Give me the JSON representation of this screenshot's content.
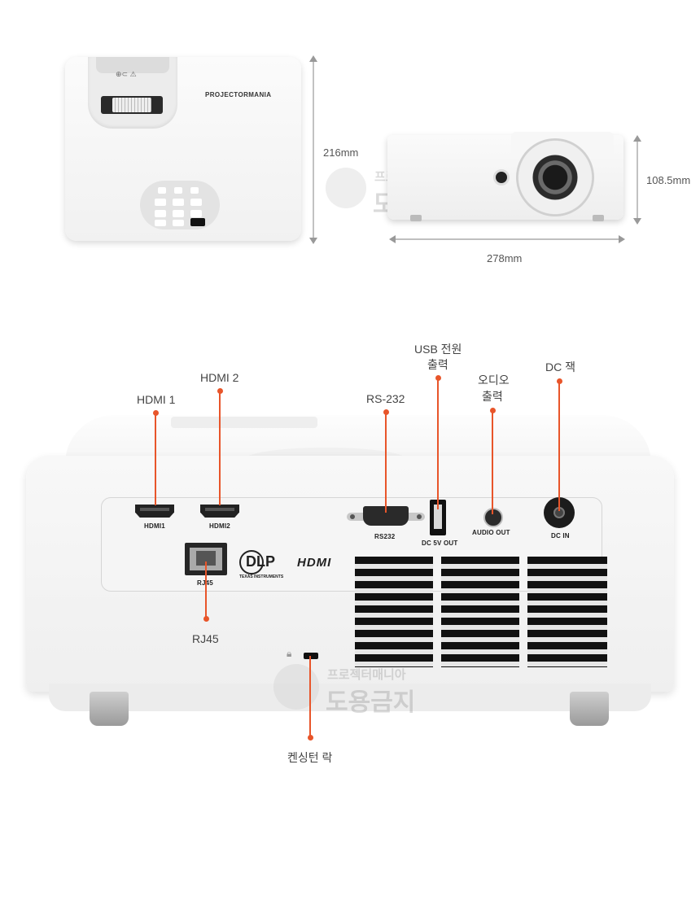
{
  "top_view": {
    "brand": "PROJECTORMANIA",
    "height_label": "216mm"
  },
  "front_view": {
    "height_label": "108.5mm",
    "width_label": "278mm"
  },
  "watermark": {
    "line1": "프로젝터매니아",
    "line2": "도용금지"
  },
  "rear_panel": {
    "port_labels": {
      "hdmi1": "HDMI1",
      "hdmi2": "HDMI2",
      "rs232": "RS232",
      "usb": "DC 5V OUT",
      "audio": "AUDIO OUT",
      "dcin": "DC IN",
      "rj45": "RJ45"
    },
    "logos": {
      "dlp": "DLP",
      "dlp_sub": "TEXAS INSTRUMENTS",
      "hdmi": "HDMI"
    }
  },
  "callouts": {
    "hdmi1": "HDMI 1",
    "hdmi2": "HDMI 2",
    "rs232": "RS-232",
    "usb_line1": "USB 전원",
    "usb_line2": "출력",
    "audio_line1": "오디오",
    "audio_line2": "출력",
    "dc": "DC 잭",
    "rj45": "RJ45",
    "lock": "켄싱턴 락"
  },
  "colors": {
    "accent": "#e8552a",
    "body": "#f6f6f6"
  }
}
